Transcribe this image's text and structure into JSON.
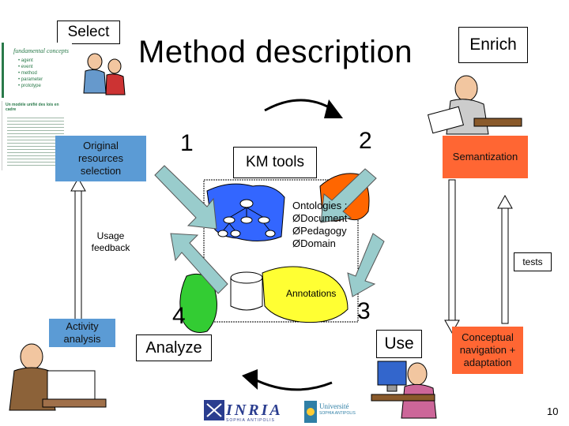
{
  "title": "Method description",
  "select_label": "Select",
  "enrich_label": "Enrich",
  "original_resources": "Original resources selection",
  "semantization": "Semantization",
  "step1": "1",
  "step2": "2",
  "step3": "3",
  "step4": "4",
  "km_tools": "KM tools",
  "ontologies": {
    "heading": "Ontologies :",
    "items": [
      "ØDocument",
      "ØPedagogy",
      "ØDomain"
    ]
  },
  "usage_feedback": "Usage feedback",
  "tests": "tests",
  "annotations": "Annotations",
  "activity_analysis": "Activity analysis",
  "analyze": "Analyze",
  "use": "Use",
  "conceptual_navigation": "Conceptual navigation + adaptation",
  "page_number": "10",
  "logos": {
    "inria": "INRIA",
    "inria_sub": "SOPHIA ANTIPOLIS",
    "universite": "Université",
    "universite_sub": "SOPHIA ANTIPOLIS"
  },
  "thumbnail": {
    "heading": "fundamental concepts",
    "bullets": [
      "• agent",
      "• event",
      "• method",
      "• parameter",
      "• prototype"
    ],
    "card_title": "Un modèle unifié des lois en cadre"
  },
  "colors": {
    "blue": "#5b9bd5",
    "orange": "#ff6633",
    "yellow": "#ffff33",
    "green": "#33cc33",
    "arrow": "#99cccc"
  }
}
